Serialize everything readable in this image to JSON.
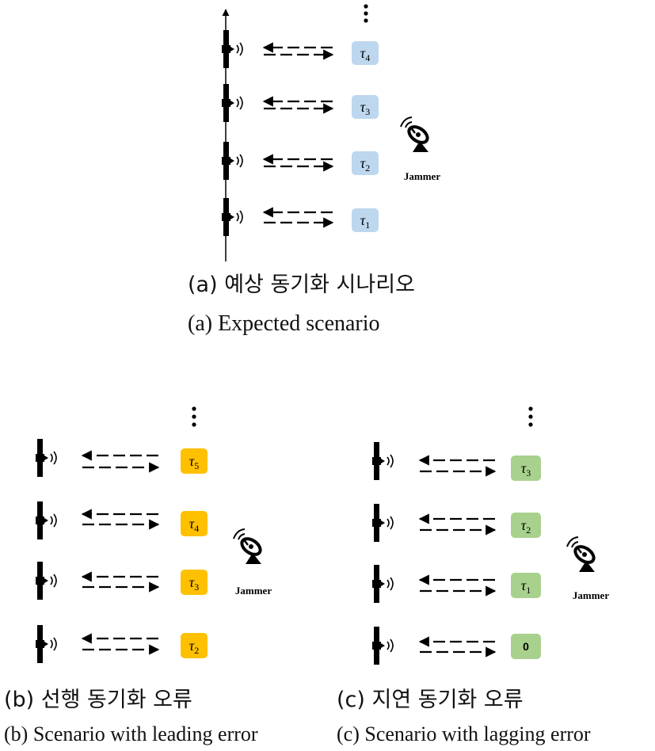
{
  "panels": [
    {
      "id": "a",
      "caption_kr": "(a) 예상 동기화 시나리오",
      "caption_en": "(a) Expected scenario",
      "box_color": "#bdd7ee",
      "jammer_label": "Jammer",
      "rows": [
        {
          "label": "τ",
          "sub": "4"
        },
        {
          "label": "τ",
          "sub": "3"
        },
        {
          "label": "τ",
          "sub": "2"
        },
        {
          "label": "τ",
          "sub": "1"
        }
      ]
    },
    {
      "id": "b",
      "caption_kr": "(b) 선행 동기화 오류",
      "caption_en": "(b) Scenario with leading error",
      "box_color": "#ffc000",
      "jammer_label": "Jammer",
      "rows": [
        {
          "label": "τ",
          "sub": "5"
        },
        {
          "label": "τ",
          "sub": "4"
        },
        {
          "label": "τ",
          "sub": "3"
        },
        {
          "label": "τ",
          "sub": "2"
        }
      ]
    },
    {
      "id": "c",
      "caption_kr": "(c) 지연 동기화 오류",
      "caption_en": "(c) Scenario with lagging error",
      "box_color": "#a9d18e",
      "jammer_label": "Jammer",
      "rows": [
        {
          "label": "τ",
          "sub": "3"
        },
        {
          "label": "τ",
          "sub": "2"
        },
        {
          "label": "τ",
          "sub": "1"
        },
        {
          "label": "0",
          "sub": ""
        }
      ]
    }
  ],
  "icons": {
    "node": "transmitter-node-icon",
    "jammer": "satellite-dish-icon",
    "continuation": "vertical-ellipsis-icon",
    "time_axis": "arrow-up-icon"
  }
}
